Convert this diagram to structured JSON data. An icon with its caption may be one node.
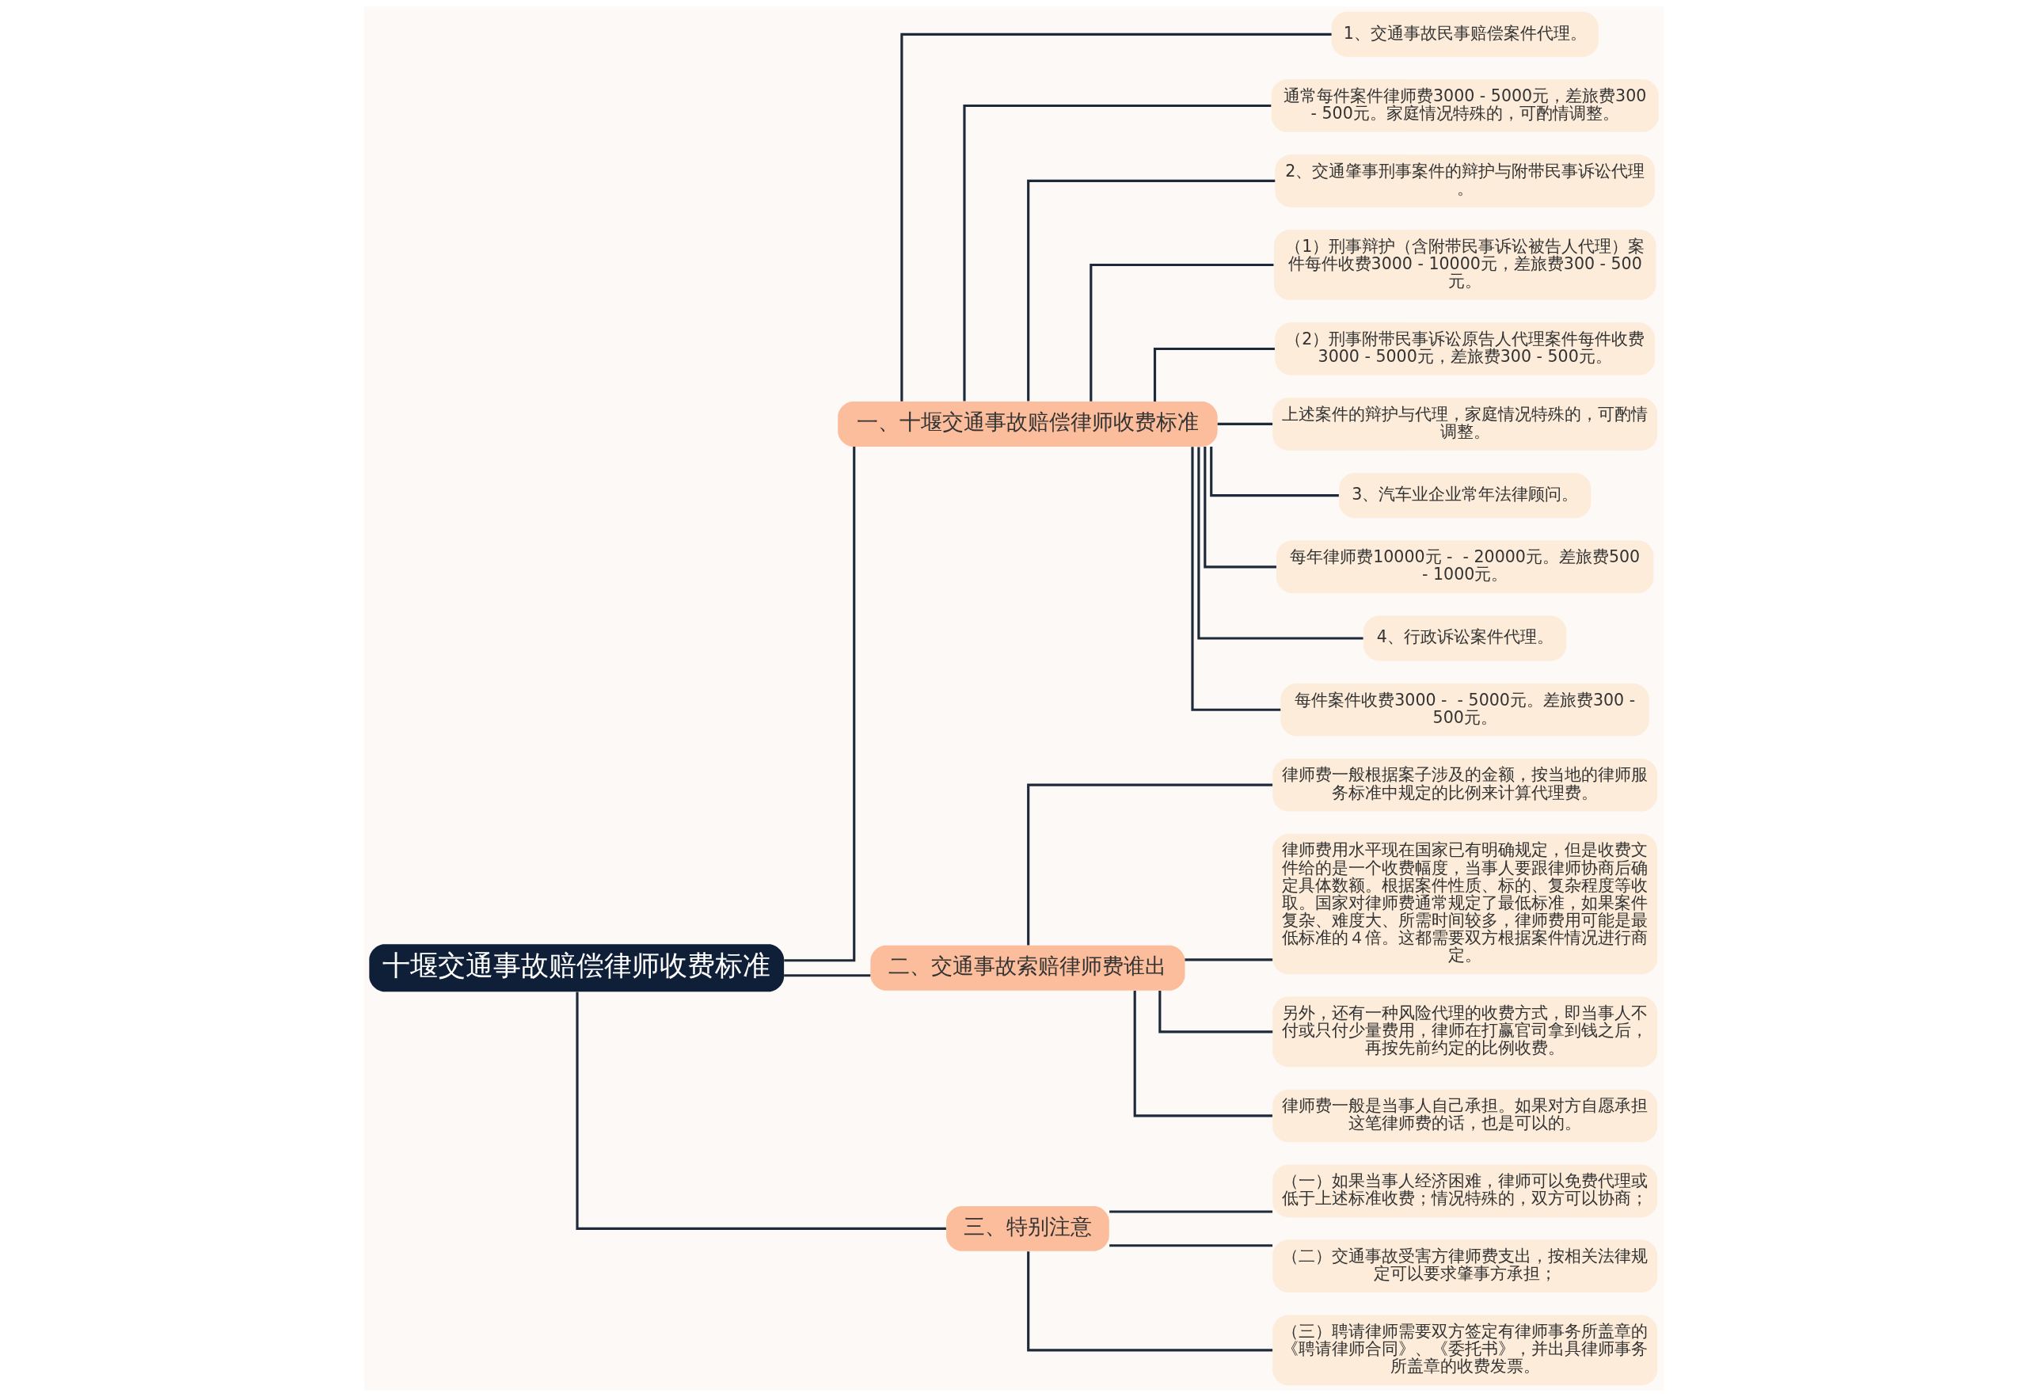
{
  "diagram": {
    "nodes": [
      {
        "text": [
          "十堰交通事故赔偿律师收费标准"
        ]
      },
      {
        "text": [
          "一、十堰交通事故赔偿律师收费标准"
        ]
      },
      {
        "text": [
          "1、交通事故民事赔偿案件代理。"
        ]
      },
      {
        "text": [
          "通常每件案件律师费3000 - 5000元，差旅费300 - 500元。家庭情况特殊的，可酌情调整。"
        ]
      },
      {
        "text": [
          "2、交通肇事刑事案件的辩护与附带民事诉讼代理。"
        ]
      },
      {
        "text": [
          "（1）刑事辩护（含附带民事诉讼被告人代理）案件每件收费3000 - 10000元，差旅费300 - 500元。"
        ]
      },
      {
        "text": [
          "（2）刑事附带民事诉讼原告人代理案件每件收费3000 - 5000元，差旅费300 - 500元。"
        ]
      },
      {
        "text": [
          "上述案件的辩护与代理，家庭情况特殊的，可酌情调整。"
        ]
      },
      {
        "text": [
          "3、汽车业企业常年法律顾问。"
        ]
      },
      {
        "text": [
          "每年律师费10000元 -  - 20000元。差旅费500 - 1000元。"
        ]
      },
      {
        "text": [
          "4、行政诉讼案件代理。"
        ]
      },
      {
        "text": [
          "每件案件收费3000 -  - 5000元。差旅费300 - 500元。"
        ]
      },
      {
        "text": [
          "二、交通事故索赔律师费谁出"
        ]
      },
      {
        "text": [
          "律师费一般根据案子涉及的金额，按当地的律师服务标准中规定的比例来计算代理费。"
        ]
      },
      {
        "text": [
          "律师费用水平现在国家已有明确规定，但是收费文件给的是一个收费幅度，当事人要跟律师协商后确定具体数额。根据案件性质、标的、复杂程度等收取。国家对律师费通常规定了最低标准，如果案件复杂、难度大、所需时间较多，律师费用可能是最低标准的４倍。这都需要双方根据案件情况进行商定。"
        ]
      },
      {
        "text": [
          "另外，还有一种风险代理的收费方式，即当事人不付或只付少量费用，律师在打赢官司拿到钱之后，再按先前约定的比例收费。"
        ]
      },
      {
        "text": [
          "律师费一般是当事人自己承担。如果对方自愿承担这笔律师费的话，也是可以的。"
        ]
      },
      {
        "text": [
          "三、特别注意"
        ]
      },
      {
        "text": [
          "（一）如果当事人经济困难，律师可以免费代理或低于上述标准收费；情况特殊的，双方可以协商；"
        ]
      },
      {
        "text": [
          "（二）交通事故受害方律师费支出，按相关法律规定可以要求肇事方承担；"
        ]
      },
      {
        "text": [
          "（三）聘请律师需要双方签定有律师事务所盖章的《聘请律师合同》、《委托书》，并出具律师事务所盖章的收费发票。"
        ]
      }
    ],
    "edges": [
      {
        "from": 0,
        "to": 1,
        "arrow": "none"
      },
      {
        "from": 1,
        "to": 2,
        "arrow": "none"
      },
      {
        "from": 1,
        "to": 3,
        "arrow": "none"
      },
      {
        "from": 1,
        "to": 4,
        "arrow": "none"
      },
      {
        "from": 1,
        "to": 5,
        "arrow": "none"
      },
      {
        "from": 1,
        "to": 6,
        "arrow": "none"
      },
      {
        "from": 1,
        "to": 7,
        "arrow": "none"
      },
      {
        "from": 1,
        "to": 8,
        "arrow": "none"
      },
      {
        "from": 1,
        "to": 9,
        "arrow": "none"
      },
      {
        "from": 1,
        "to": 10,
        "arrow": "none"
      },
      {
        "from": 1,
        "to": 11,
        "arrow": "none"
      },
      {
        "from": 0,
        "to": 12,
        "arrow": "none"
      },
      {
        "from": 12,
        "to": 13,
        "arrow": "none"
      },
      {
        "from": 12,
        "to": 14,
        "arrow": "none"
      },
      {
        "from": 12,
        "to": 15,
        "arrow": "none"
      },
      {
        "from": 12,
        "to": 16,
        "arrow": "none"
      },
      {
        "from": 0,
        "to": 17,
        "arrow": "none"
      },
      {
        "from": 17,
        "to": 18,
        "arrow": "none"
      },
      {
        "from": 17,
        "to": 19,
        "arrow": "none"
      },
      {
        "from": 17,
        "to": 20,
        "arrow": "none"
      }
    ]
  }
}
